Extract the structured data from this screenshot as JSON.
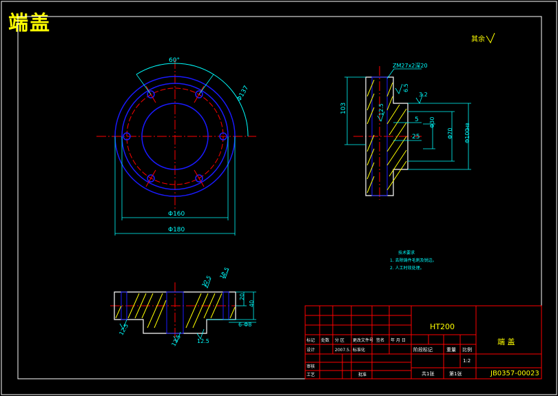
{
  "title": "端盖",
  "colors": {
    "background": "#000000",
    "frame": "#ffffff",
    "cyan": "#00ffff",
    "red": "#ff0000",
    "blue": "#1a1aff",
    "yellow": "#ffff00",
    "green": "#00ff00"
  },
  "roughness_note": "其余",
  "front_view": {
    "angle_dim": "60°",
    "pcd_dim": "Φ137",
    "d1_dim": "Φ160",
    "d2_dim": "Φ180"
  },
  "section_view": {
    "thread_note": "ZM27x2深20",
    "length_dim": "103",
    "rough_1": "6.5",
    "rough_2": "3.2",
    "rough_3": "12.5",
    "dim_5": "5",
    "dim_25": "25",
    "dia_30": "Φ30",
    "dia_70": "Φ70",
    "dia_100": "Φ100",
    "fit": "H8"
  },
  "tech_notes": {
    "heading": "技术要求",
    "items": [
      "1. 去除铸件毛刺及锐边。",
      "2. 人工时效处理。"
    ]
  },
  "bottom_view": {
    "rough_a": "12.5",
    "rough_b": "12.5",
    "rough_c": "12.5",
    "rough_d": "12.5",
    "rough_e": "12.5",
    "dim_20": "20",
    "dim_40": "40",
    "holes": "6-Φ8"
  },
  "title_block": {
    "material": "HT200",
    "part_name": "端 盖",
    "drawing_no": "JB0357-00023",
    "scale": "1:2",
    "designer_date": "2007.5.",
    "headers": [
      "标记",
      "处数",
      "分 区",
      "更改文件号",
      "签名",
      "年 月 日"
    ],
    "row_design": "设计",
    "row_standard": "标准化",
    "row_check": "审核",
    "row_process": "工艺",
    "row_approve": "批准",
    "stage_mark": "阶段标记",
    "weight": "重量",
    "scale_label": "比例",
    "sheets": "共1张",
    "sheet_no": "第1张"
  }
}
